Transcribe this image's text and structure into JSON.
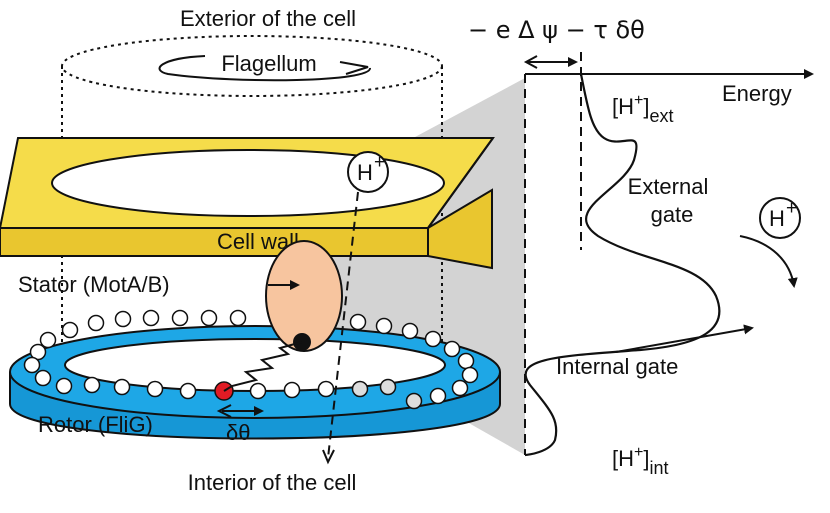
{
  "labels": {
    "exterior": "Exterior of the cell",
    "flagellum": "Flagellum",
    "cell_wall": "Cell wall",
    "stator": "Stator (MotA/B)",
    "rotor": "Rotor (FliG)",
    "delta_theta": "δθ",
    "interior": "Interior of the cell",
    "proton": "H",
    "proton_sup": "+",
    "equation": "− e Δ ψ − τ δθ",
    "energy": "Energy",
    "h_ext_base": "[H",
    "h_ext_sup": "+",
    "h_ext_close": "]",
    "h_ext_sub": "ext",
    "external_gate_l1": "External",
    "external_gate_l2": "gate",
    "internal_gate": "Internal gate",
    "h_int_base": "[H",
    "h_int_sup": "+",
    "h_int_close": "]",
    "h_int_sub": "int"
  },
  "colors": {
    "cell_wall_top": "#f5dc4a",
    "cell_wall_side": "#e9c62f",
    "rotor_top": "#1ea7e6",
    "rotor_side": "#1697d6",
    "stator": "#f7c59f",
    "proton_site": "#e01b24",
    "channel_shade": "#d0d0d0"
  }
}
